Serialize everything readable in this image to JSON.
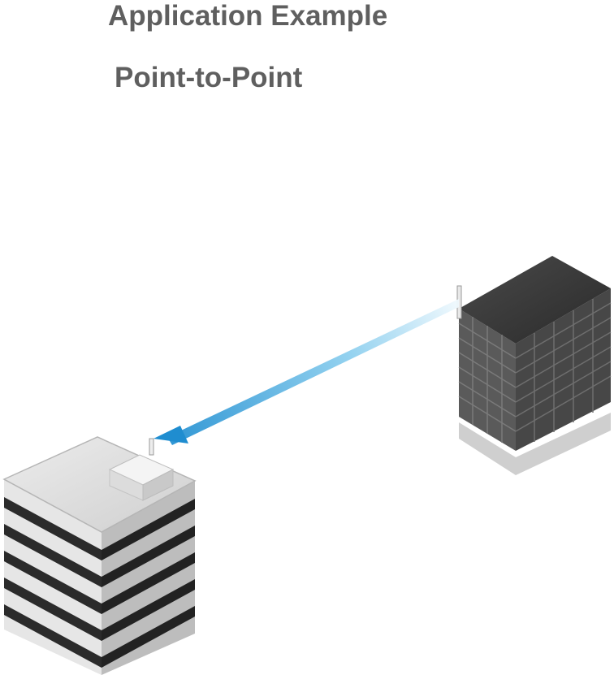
{
  "header": {
    "title": "Application Example",
    "subtitle": "Point-to-Point"
  },
  "diagram": {
    "nodes": [
      {
        "id": "site-a",
        "kind": "office building",
        "style": "light grey with dark horizontal bands"
      },
      {
        "id": "site-b",
        "kind": "office tower",
        "style": "dark grey with window grid"
      }
    ],
    "link": {
      "from": "site-b",
      "to": "site-a",
      "kind": "wireless beam"
    },
    "colors": {
      "beam_start": "#dff2fb",
      "beam_end": "#1f8dd0",
      "text": "#5f5f5f",
      "building_dark": "#3a3a3a",
      "building_light": "#d9d9d9"
    }
  }
}
